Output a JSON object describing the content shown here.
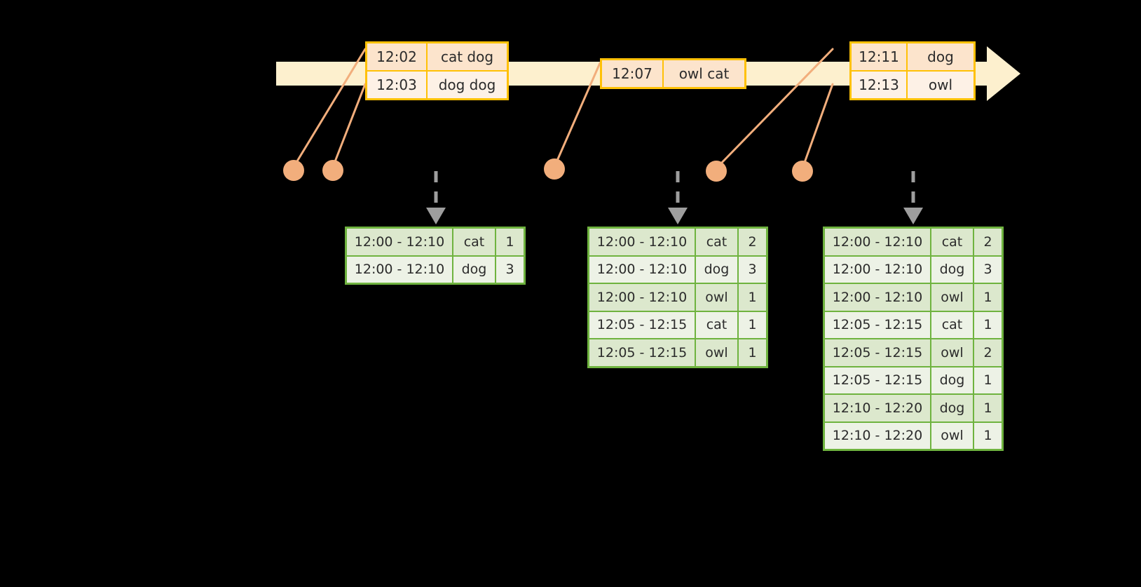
{
  "colors": {
    "background": "#000000",
    "timeline_bar": "#FDF0CE",
    "event_border": "#FFC107",
    "event_fill_dark": "#FCE4CC",
    "event_fill_light": "#FDF1E6",
    "connector_line": "#F2AE7C",
    "dot_fill": "#F2AE7C",
    "table_border": "#6FB33F",
    "table_fill_dark": "#DCE8CD",
    "table_fill_light": "#EDF2E6",
    "dashed_arrow": "#9E9E9E",
    "text": "#2b2b2b"
  },
  "timeline": {
    "name": "event-stream-timeline",
    "arrow_direction": "right",
    "events": [
      {
        "id": "event-group-1",
        "rows": [
          {
            "time": "12:02",
            "words": "cat dog"
          },
          {
            "time": "12:03",
            "words": "dog dog"
          }
        ]
      },
      {
        "id": "event-group-2",
        "rows": [
          {
            "time": "12:07",
            "words": "owl cat"
          }
        ]
      },
      {
        "id": "event-group-3",
        "rows": [
          {
            "time": "12:11",
            "words": "dog"
          },
          {
            "time": "12:13",
            "words": "owl"
          }
        ]
      }
    ]
  },
  "dots": [
    {
      "name": "event-dot-1",
      "label": "12:02"
    },
    {
      "name": "event-dot-2",
      "label": "12:03"
    },
    {
      "name": "event-dot-3",
      "label": "12:07"
    },
    {
      "name": "event-dot-4",
      "label": "12:11"
    },
    {
      "name": "event-dot-5",
      "label": "12:13"
    }
  ],
  "tables": [
    {
      "name": "result-table-1",
      "columns": [
        "window",
        "word",
        "count"
      ],
      "rows": [
        {
          "window": "12:00 - 12:10",
          "word": "cat",
          "count": "1"
        },
        {
          "window": "12:00 - 12:10",
          "word": "dog",
          "count": "3"
        }
      ]
    },
    {
      "name": "result-table-2",
      "columns": [
        "window",
        "word",
        "count"
      ],
      "rows": [
        {
          "window": "12:00 - 12:10",
          "word": "cat",
          "count": "2"
        },
        {
          "window": "12:00 - 12:10",
          "word": "dog",
          "count": "3"
        },
        {
          "window": "12:00 - 12:10",
          "word": "owl",
          "count": "1"
        },
        {
          "window": "12:05 - 12:15",
          "word": "cat",
          "count": "1"
        },
        {
          "window": "12:05 - 12:15",
          "word": "owl",
          "count": "1"
        }
      ]
    },
    {
      "name": "result-table-3",
      "columns": [
        "window",
        "word",
        "count"
      ],
      "rows": [
        {
          "window": "12:00 - 12:10",
          "word": "cat",
          "count": "2"
        },
        {
          "window": "12:00 - 12:10",
          "word": "dog",
          "count": "3"
        },
        {
          "window": "12:00 - 12:10",
          "word": "owl",
          "count": "1"
        },
        {
          "window": "12:05 - 12:15",
          "word": "cat",
          "count": "1"
        },
        {
          "window": "12:05 - 12:15",
          "word": "owl",
          "count": "2"
        },
        {
          "window": "12:05 - 12:15",
          "word": "dog",
          "count": "1"
        },
        {
          "window": "12:10 - 12:20",
          "word": "dog",
          "count": "1"
        },
        {
          "window": "12:10 - 12:20",
          "word": "owl",
          "count": "1"
        }
      ]
    }
  ]
}
